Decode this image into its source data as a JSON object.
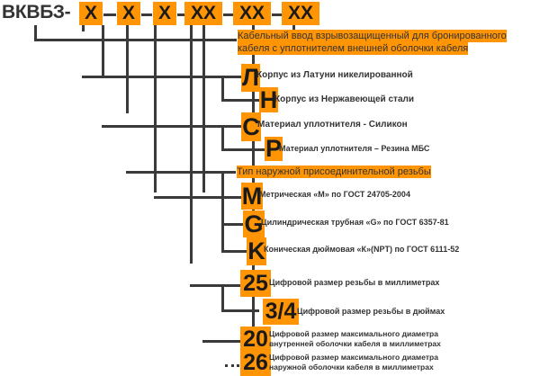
{
  "header": {
    "prefix": "ВКВБЗ-",
    "code_boxes": [
      {
        "value": "X"
      },
      {
        "value": "X"
      },
      {
        "value": "X"
      },
      {
        "value": "XX"
      },
      {
        "value": "XX"
      },
      {
        "value": "XX"
      }
    ]
  },
  "rows": [
    {
      "id": "product-type",
      "code": "",
      "text_line1": "Кабельный ввод взрывозащищенный для бронированного",
      "text_line2": "кабеля с уплотнителем внешней оболочки кабеля"
    },
    {
      "id": "body-brass",
      "code": "Л",
      "text_line1": "Корпус из Латуни никелированной",
      "text_line2": ""
    },
    {
      "id": "body-stainless",
      "code": "Н",
      "text_line1": "Корпус из Нержавеющей стали",
      "text_line2": ""
    },
    {
      "id": "seal-silicone",
      "code": "С",
      "text_line1": "Материал уплотнителя - Силикон",
      "text_line2": ""
    },
    {
      "id": "seal-rubber-mbs",
      "code": "Р",
      "text_line1": "Материал уплотнителя – Резина МБС",
      "text_line2": ""
    },
    {
      "id": "thread-type-title",
      "code": "",
      "text_line1": "Тип наружной присоединительной резьбы",
      "text_line2": ""
    },
    {
      "id": "thread-metric",
      "code": "М",
      "text_line1": "Метрическая «М» по ГОСТ 24705-2004",
      "text_line2": ""
    },
    {
      "id": "thread-pipe-g",
      "code": "G",
      "text_line1": "Цилиндрическая трубная «G» по ГОСТ 6357-81",
      "text_line2": ""
    },
    {
      "id": "thread-conic-k",
      "code": "K",
      "text_line1": "Коническая дюймовая «К»(NPT) по ГОСТ 6111-52",
      "text_line2": ""
    },
    {
      "id": "thread-size-mm",
      "code": "25",
      "text_line1": "Цифровой размер резьбы в миллиметрах",
      "text_line2": ""
    },
    {
      "id": "thread-size-inch",
      "code": "3/4",
      "text_line1": "Цифровой размер резьбы в дюймах",
      "text_line2": ""
    },
    {
      "id": "inner-sheath-dia",
      "code": "20",
      "text_line1": "Цифровой размер максимального диаметра",
      "text_line2": "внутренней оболочки кабеля в миллиметрах"
    },
    {
      "id": "outer-sheath-dia",
      "code": "26",
      "text_line1": "Цифровой размер максимального диаметра",
      "text_line2": "наружной оболочки кабеля в миллиметрах"
    }
  ],
  "colors": {
    "accent": "#FF9505",
    "line": "#3a3a3a",
    "text": "#333333",
    "background": "#ffffff"
  }
}
